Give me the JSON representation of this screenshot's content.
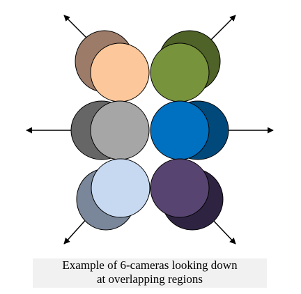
{
  "caption": {
    "line1": "Example of 6-cameras looking down",
    "line2": "at overlapping regions"
  },
  "cameras": [
    {
      "id": "top-left",
      "direction": "up-left",
      "back_color": "#9c7b68",
      "front_color": "#fcc89b"
    },
    {
      "id": "top-right",
      "direction": "up-right",
      "back_color": "#4f6228",
      "front_color": "#77933c"
    },
    {
      "id": "middle-left",
      "direction": "left",
      "back_color": "#666666",
      "front_color": "#a6a6a6"
    },
    {
      "id": "middle-right",
      "direction": "right",
      "back_color": "#00497a",
      "front_color": "#0070c0"
    },
    {
      "id": "bottom-left",
      "direction": "down-left",
      "back_color": "#7a8699",
      "front_color": "#c6d9f1"
    },
    {
      "id": "bottom-right",
      "direction": "down-right",
      "back_color": "#2e2442",
      "front_color": "#574470"
    }
  ],
  "colors": {
    "outline": "#000000",
    "arrow": "#000000",
    "caption_background": "#f1f1f1"
  }
}
